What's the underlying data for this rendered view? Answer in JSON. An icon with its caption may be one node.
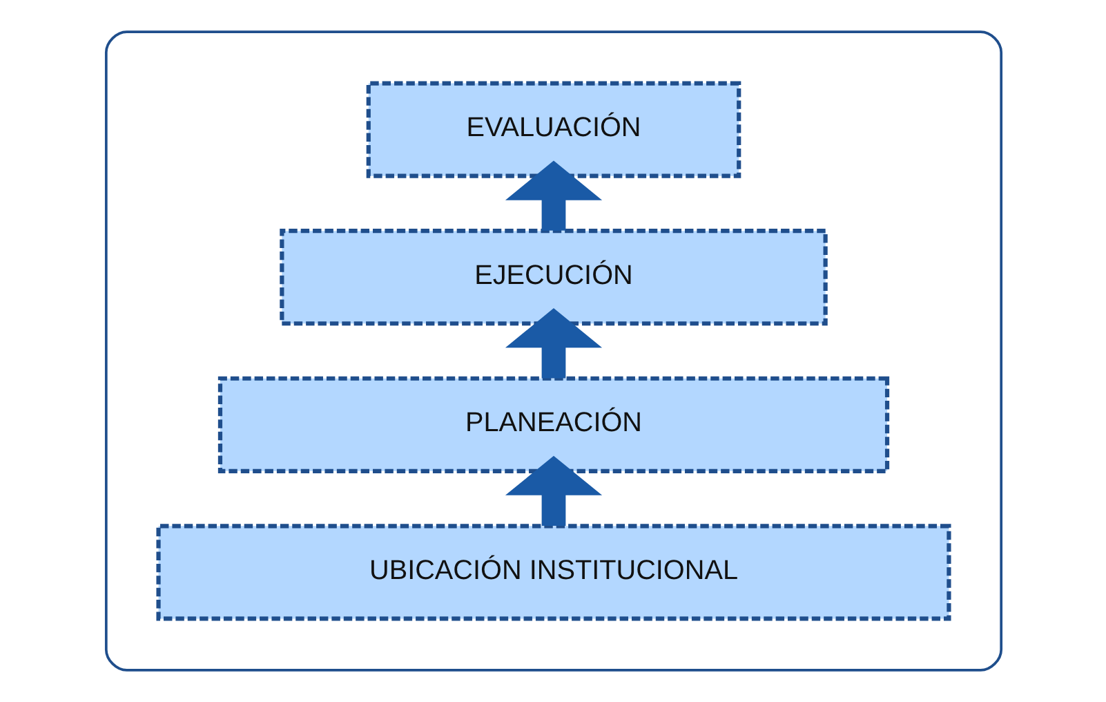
{
  "diagram": {
    "nodes": [
      {
        "text": [],
        "shape": "box"
      },
      {
        "text": [
          "EVALUACIÓN"
        ],
        "in": 0
      },
      {
        "text": [
          "EJECUCIÓN"
        ],
        "in": 0
      },
      {
        "text": [
          "PLANEACIÓN"
        ],
        "in": 0
      },
      {
        "text": [
          "UBICACIÓN INSTITUCIONAL"
        ],
        "in": 0
      }
    ],
    "edges": [
      {
        "from": 4,
        "to": 3,
        "arrow": "to"
      },
      {
        "from": 3,
        "to": 2,
        "arrow": "to"
      },
      {
        "from": 2,
        "to": 1,
        "arrow": "to"
      }
    ]
  }
}
